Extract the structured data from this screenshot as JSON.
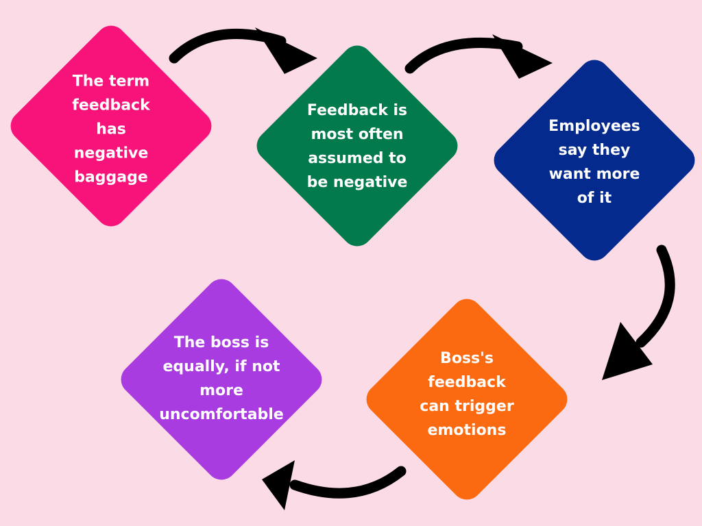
{
  "background_color": "#fbdbe6",
  "arrow_color": "#000000",
  "steps": [
    {
      "lines": [
        "The term",
        "feedback",
        "has",
        "negative",
        "baggage"
      ],
      "color": "#f7137a"
    },
    {
      "lines": [
        "Feedback is",
        "most often",
        "assumed to",
        "be negative"
      ],
      "color": "#027a4c"
    },
    {
      "lines": [
        "Employees",
        "say they",
        "want more",
        "of it"
      ],
      "color": "#032a8c"
    },
    {
      "lines": [
        "Boss's",
        "feedback",
        "can trigger",
        "emotions"
      ],
      "color": "#fb6a10"
    },
    {
      "lines": [
        "The boss is",
        "equally, if not",
        "more",
        "uncomfortable"
      ],
      "color": "#a93ce0"
    }
  ]
}
